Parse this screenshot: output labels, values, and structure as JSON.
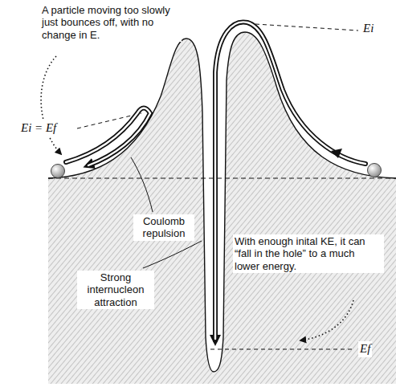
{
  "diagram": {
    "labels": [
      "A particle moving too slowly just bounces off, with no change in E.",
      "Ei = Ef",
      "Coulomb repulsion",
      "Strong internucleon attraction",
      "With enough inital KE, it can “fall in the hole” to a much lower energy.",
      "Ei",
      "Ef"
    ]
  }
}
